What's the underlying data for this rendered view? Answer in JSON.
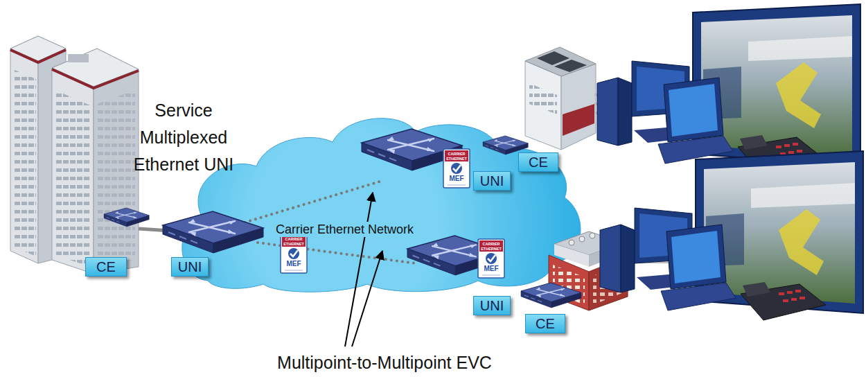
{
  "diagram": {
    "nodes": [
      {
        "text": [
          "CE"
        ]
      },
      {
        "text": [
          "UNI"
        ]
      },
      {
        "text": [
          "Carrier Ethernet Network"
        ]
      },
      {
        "text": [
          "UNI"
        ]
      },
      {
        "text": [
          "CE"
        ]
      },
      {
        "text": [
          "UNI"
        ]
      },
      {
        "text": [
          "CE"
        ]
      }
    ],
    "labels": [
      "Service Multiplexed Ethernet UNI",
      "CARRIER ETHERNET",
      "MEF",
      "CARRIER ETHERNET",
      "MEF",
      "CARRIER ETHERNET",
      "MEF",
      "Multipoint-to-Multipoint EVC"
    ]
  }
}
